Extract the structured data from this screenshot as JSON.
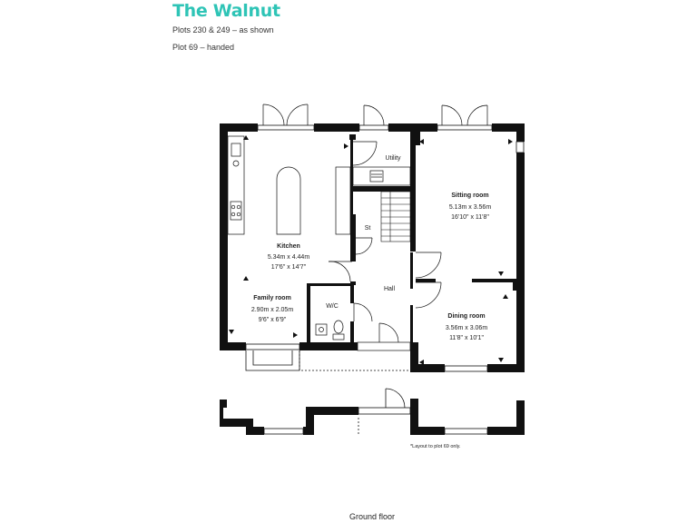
{
  "header": {
    "title": "The Walnut",
    "plots_line": "Plots 230 & 249 – as shown",
    "handed_line": "Plot 69 – handed"
  },
  "rooms": {
    "kitchen": {
      "name": "Kitchen",
      "metric": "5.34m x 4.44m",
      "imperial": "17'6\" x 14'7\""
    },
    "family": {
      "name": "Family room",
      "metric": "2.90m x 2.05m",
      "imperial": "9'6\" x 6'9\""
    },
    "sitting": {
      "name": "Sitting room",
      "metric": "5.13m x 3.56m",
      "imperial": "16'10\" x 11'8\""
    },
    "dining": {
      "name": "Dining room",
      "metric": "3.56m x 3.06m",
      "imperial": "11'8\" x 10'1\""
    },
    "utility": {
      "name": "Utility"
    },
    "store": {
      "name": "St"
    },
    "wc": {
      "name": "W/C"
    },
    "hall": {
      "name": "Hall"
    }
  },
  "footnote": "*Layout to plot 69 only.",
  "floor_caption": "Ground floor",
  "colors": {
    "accent": "#2ec4b6",
    "wall": "#111111"
  }
}
